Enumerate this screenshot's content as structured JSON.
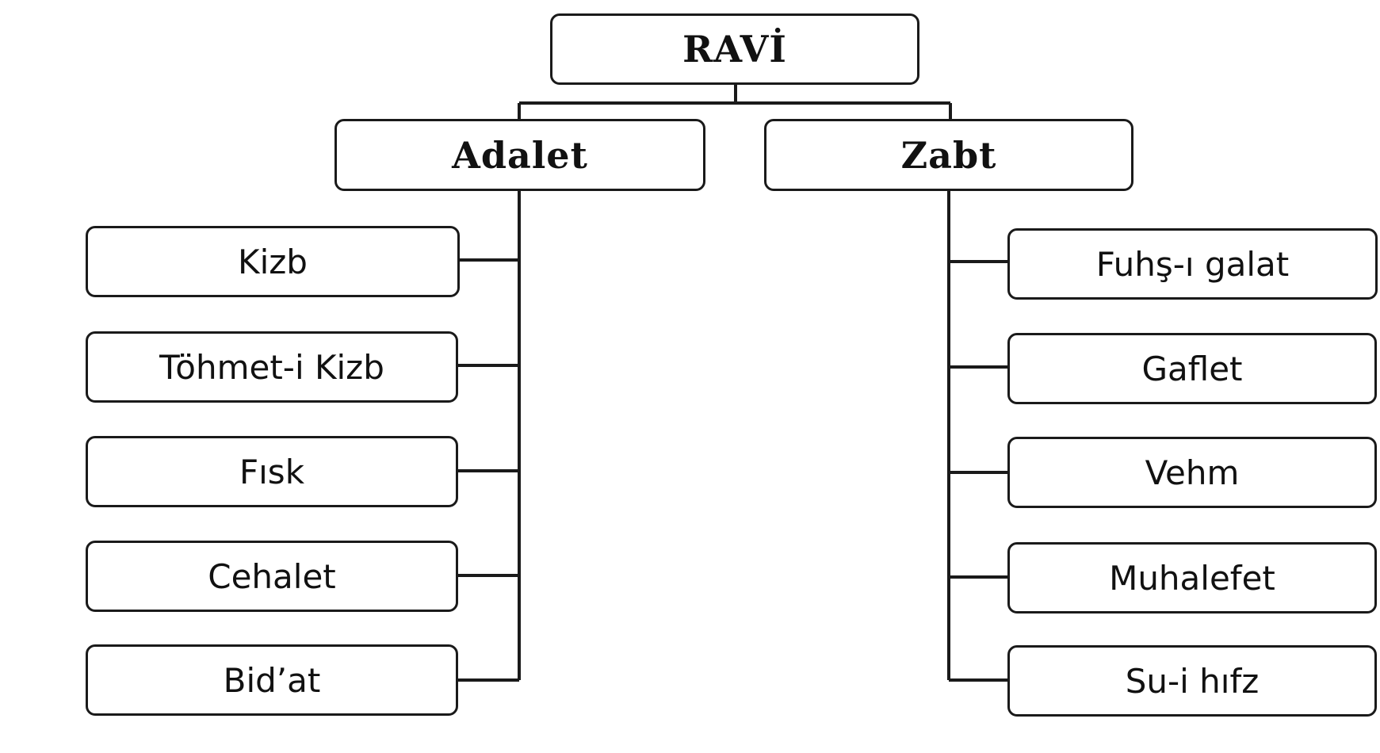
{
  "root": {
    "label": "RAVİ"
  },
  "branches": [
    {
      "label": "Adalet",
      "children": [
        "Kizb",
        "Töhmet-i Kizb",
        "Fısk",
        "Cehalet",
        "Bid’at"
      ]
    },
    {
      "label": "Zabt",
      "children": [
        "Fuhş-ı galat",
        "Gaflet",
        "Vehm",
        "Muhalefet",
        "Su-i hıfz"
      ]
    }
  ]
}
